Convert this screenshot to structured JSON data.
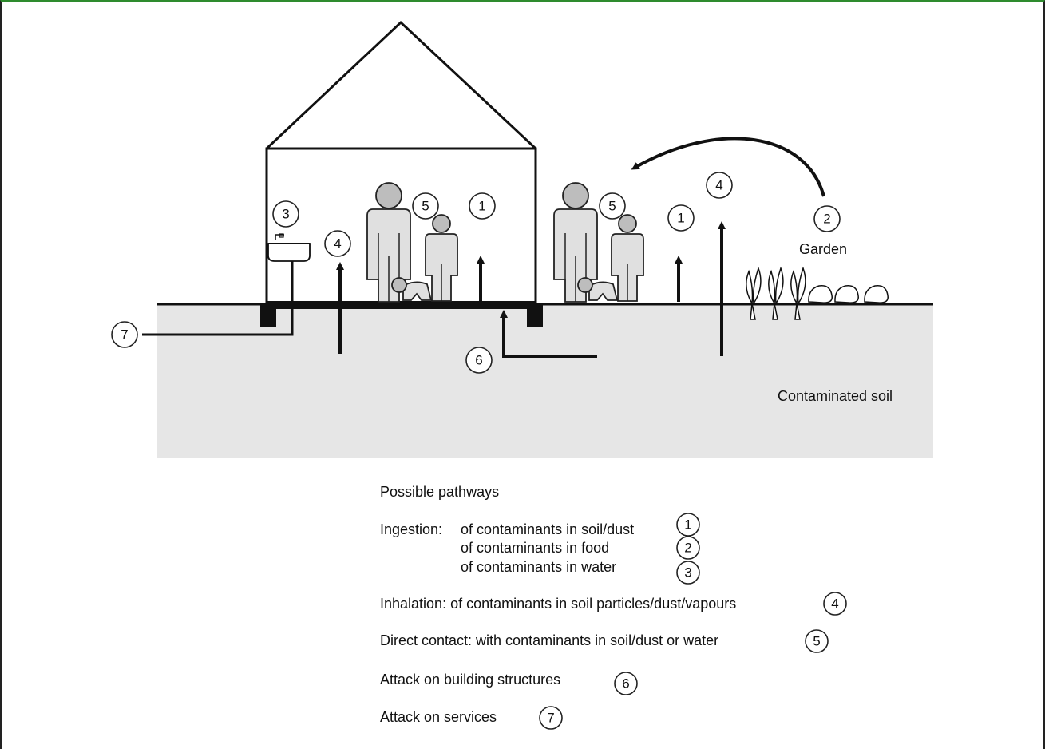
{
  "labels": {
    "garden": "Garden",
    "contaminated_soil": "Contaminated soil"
  },
  "markers": {
    "one": "1",
    "two": "2",
    "three": "3",
    "four": "4",
    "five": "5",
    "six": "6",
    "seven": "7"
  },
  "legend": {
    "title": "Possible pathways",
    "ingestion_head": "Ingestion:",
    "ingestion_soil": "of contaminants in soil/dust",
    "ingestion_food": "of contaminants in food",
    "ingestion_water": "of contaminants in water",
    "inhalation": "Inhalation: of contaminants in soil particles/dust/vapours",
    "direct_contact": "Direct contact: with contaminants in soil/dust or water",
    "building": "Attack on building structures",
    "services": "Attack on services"
  },
  "colors": {
    "soil": "#e6e6e6",
    "frame_top": "#2e8b2e",
    "line": "#111111"
  }
}
